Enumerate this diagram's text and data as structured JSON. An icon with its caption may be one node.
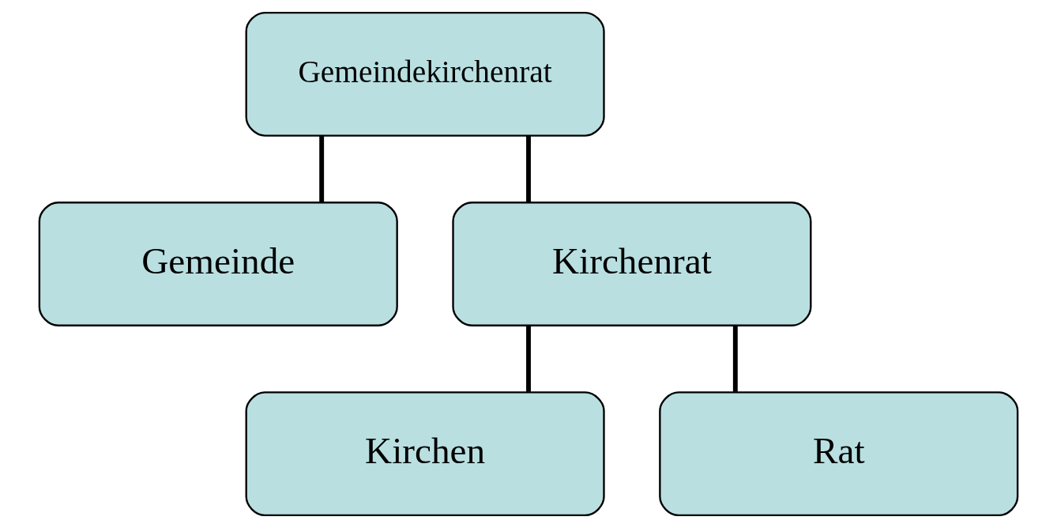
{
  "diagram": {
    "nodes": [
      {
        "text": [
          "Gemeindekirchenrat"
        ]
      },
      {
        "text": [
          "Gemeinde"
        ]
      },
      {
        "text": [
          "Kirchenrat"
        ]
      },
      {
        "text": [
          "Kirchen"
        ]
      },
      {
        "text": [
          "Rat"
        ]
      }
    ],
    "edges": [
      {
        "from": 0,
        "to": 1,
        "arrow": "none"
      },
      {
        "from": 0,
        "to": 2,
        "arrow": "none"
      },
      {
        "from": 2,
        "to": 3,
        "arrow": "none"
      },
      {
        "from": 2,
        "to": 4,
        "arrow": "none"
      }
    ]
  }
}
